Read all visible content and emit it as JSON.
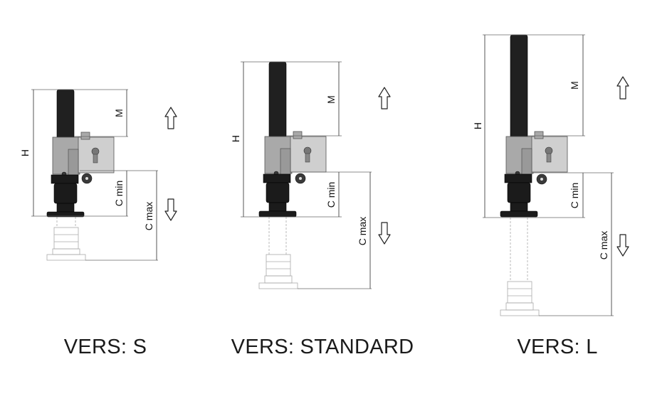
{
  "versions": [
    {
      "caption": "VERS: S",
      "labels": {
        "h": "H",
        "m": "M",
        "c_min": "C min",
        "c_max": "C max"
      }
    },
    {
      "caption": "VERS: STANDARD",
      "labels": {
        "h": "H",
        "m": "M",
        "c_min": "C min",
        "c_max": "C max"
      }
    },
    {
      "caption": "VERS: L",
      "labels": {
        "h": "H",
        "m": "M",
        "c_min": "C min",
        "c_max": "C max"
      }
    }
  ],
  "icons": {
    "up": "outline-arrow-up-icon",
    "down": "outline-arrow-down-icon"
  },
  "colors": {
    "tube": "#202020",
    "body": "#a9a9a9",
    "ghost": "#aaaaaa",
    "text": "#1a1a1a"
  }
}
